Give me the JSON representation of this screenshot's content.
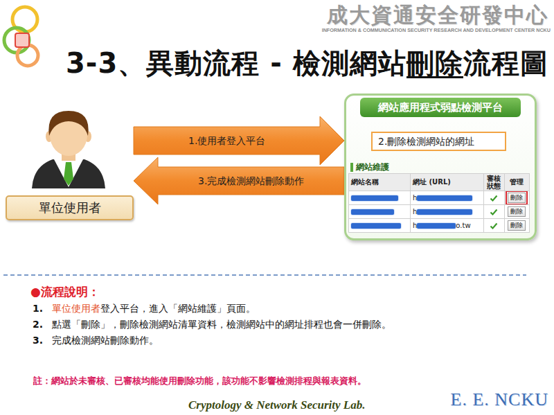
{
  "diagram": {
    "title": "3-3、異動流程 - 檢測網站刪除流程圖",
    "nodes": [
      {
        "text": [
          "單位使用者"
        ]
      },
      {
        "text": [
          "網站應用程式弱點檢測平台"
        ]
      },
      {
        "text": [
          "2.刪除檢測網站的網址"
        ],
        "in": 1
      }
    ],
    "edges": [
      {
        "from": 0,
        "to": 1,
        "arrow": "to",
        "label": "1.使用者登入平台"
      },
      {
        "from": 1,
        "to": 0,
        "arrow": "to",
        "label": "3.完成檢測網站刪除動作"
      }
    ],
    "labels": [
      "成大資通安全研發中心",
      "INFORMATION & COMMUNICATION SECURITY RESEARCH AND DEVELOPMENT CENTER NCKU",
      "網站維護",
      "網站名稱",
      "網址 (URL)",
      "審核狀態",
      "管理",
      "h",
      "刪除",
      "h",
      "刪除",
      "h",
      "o.tw",
      "刪除",
      "●流程說明：",
      "1.",
      "單位使用者",
      "登入平台，進入「網站維護」頁面。",
      "2.",
      "點選「刪除」，刪除檢測網站清單資料，檢測網站中的網址排程也會一併刪除。",
      "3.",
      "完成檢測網站刪除動作。",
      "註：網站於未審核、已審核均能使用刪除功能，該功能不影響檢測排程與報表資料。",
      "Cryptology & Network Security Lab.",
      "E. E. NCKU"
    ]
  }
}
